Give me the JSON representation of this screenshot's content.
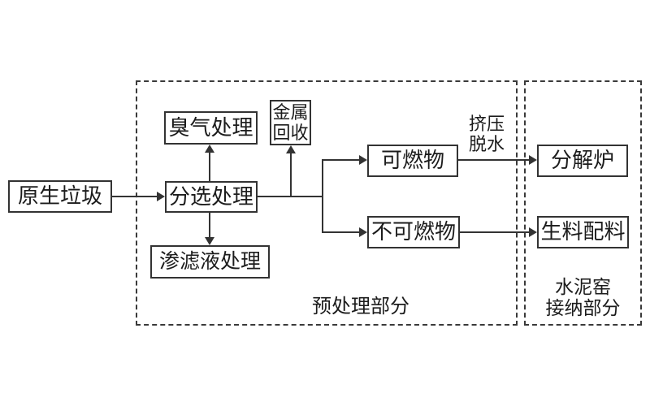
{
  "diagram": {
    "nodes": {
      "raw_waste": "原生垃圾",
      "odor_treatment": "臭气处理",
      "sorting_treatment": "分选处理",
      "leachate_treatment": "渗滤液处理",
      "metal_recovery_line1": "金属",
      "metal_recovery_line2": "回收",
      "combustible": "可燃物",
      "non_combustible": "不可燃物",
      "decomposition_furnace": "分解炉",
      "raw_meal_batching": "生料配料"
    },
    "edge_labels": {
      "squeeze_dewater_line1": "挤压",
      "squeeze_dewater_line2": "脱水"
    },
    "sections": {
      "pretreatment": "预处理部分",
      "cement_kiln_line1": "水泥窑",
      "cement_kiln_line2": "接纳部分"
    },
    "colors": {
      "line": "#333333",
      "text": "#1c1c1c",
      "background": "#ffffff"
    }
  }
}
